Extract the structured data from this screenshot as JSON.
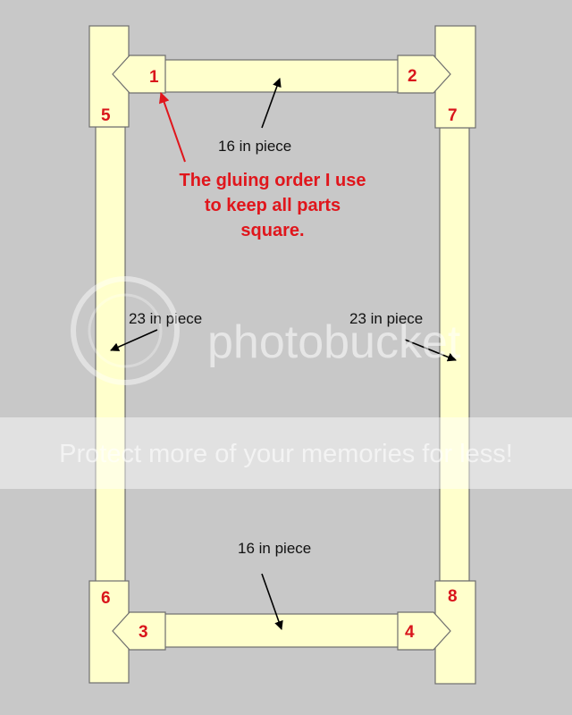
{
  "diagram": {
    "corner_numbers": {
      "n1": "1",
      "n2": "2",
      "n3": "3",
      "n4": "4",
      "n5": "5",
      "n6": "6",
      "n7": "7",
      "n8": "8"
    },
    "labels": {
      "top": "16 in piece",
      "bottom": "16 in piece",
      "left": "23 in piece",
      "right": "23 in piece"
    },
    "note": {
      "line1": "The gluing order I use",
      "line2": "to keep all parts",
      "line3": "square."
    }
  },
  "watermark": {
    "brand": "photobucket",
    "tagline": "Protect more of your memories for less!"
  },
  "colors": {
    "background": "#c8c8c8",
    "pipe_fill": "#ffffcc",
    "pipe_stroke": "#6e6e6e",
    "number_red": "#d9151b",
    "arrow_black": "#000000",
    "arrow_red": "#e0161c"
  }
}
